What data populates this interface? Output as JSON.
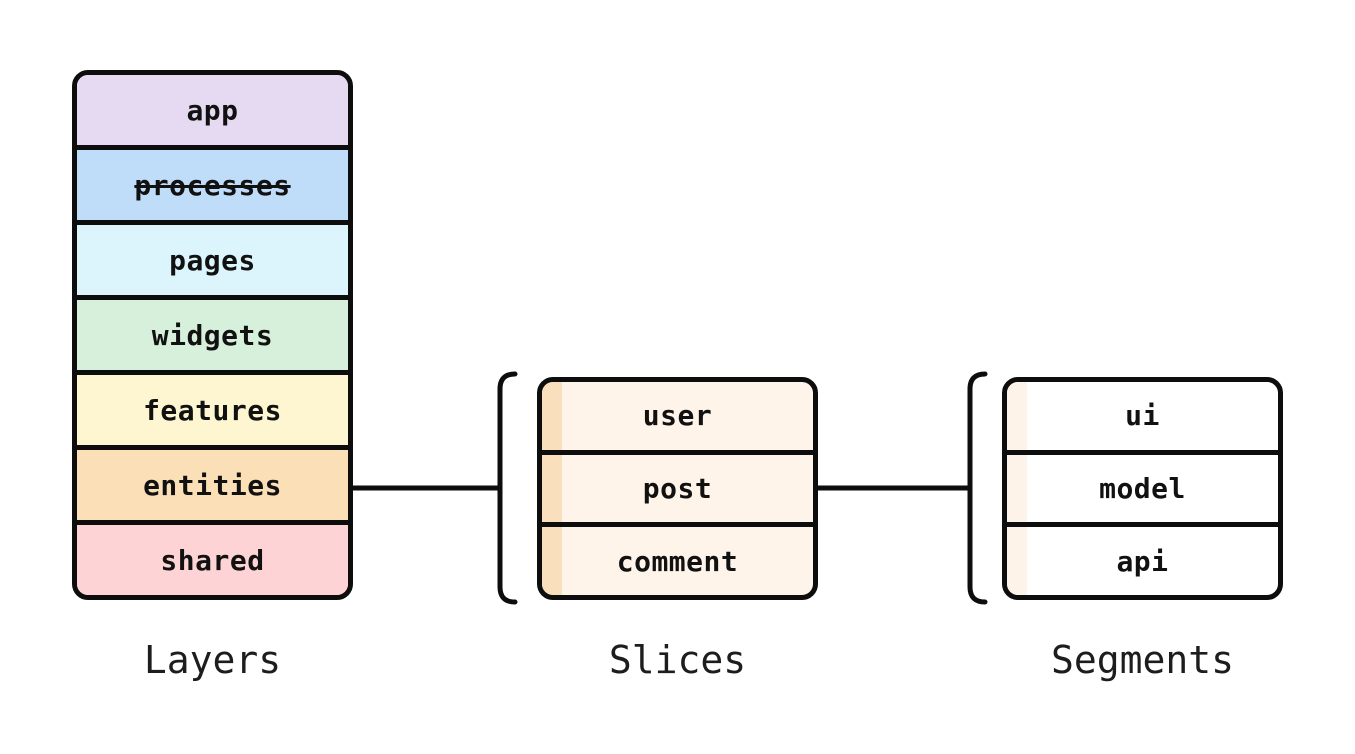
{
  "diagram": {
    "title": "feature-sliced-design-structure",
    "background_color": "#ffffff",
    "ink_color": "#0d0d0d",
    "caption_color": "#1d1d1d"
  },
  "layers": {
    "caption": "Layers",
    "items": [
      {
        "label": "app",
        "color": "#e6d9f2",
        "deprecated": false
      },
      {
        "label": "processes",
        "color": "#bfdcf8",
        "deprecated": true
      },
      {
        "label": "pages",
        "color": "#dcf4fb",
        "deprecated": false
      },
      {
        "label": "widgets",
        "color": "#d7f0db",
        "deprecated": false
      },
      {
        "label": "features",
        "color": "#fdf6d1",
        "deprecated": false
      },
      {
        "label": "entities",
        "color": "#fbdfb7",
        "deprecated": false
      },
      {
        "label": "shared",
        "color": "#fdd3d5",
        "deprecated": false
      }
    ]
  },
  "slices": {
    "caption": "Slices",
    "stripe_color": "#fadfbc",
    "body_color": "#fef4ea",
    "items": [
      {
        "label": "user"
      },
      {
        "label": "post"
      },
      {
        "label": "comment"
      }
    ]
  },
  "segments": {
    "caption": "Segments",
    "stripe_color": "#fef3e9",
    "body_color": "#ffffff",
    "items": [
      {
        "label": "ui"
      },
      {
        "label": "model"
      },
      {
        "label": "api"
      }
    ]
  },
  "connections": [
    {
      "from": "entities",
      "to": "slices-group"
    },
    {
      "from": "post",
      "to": "segments-group"
    }
  ]
}
